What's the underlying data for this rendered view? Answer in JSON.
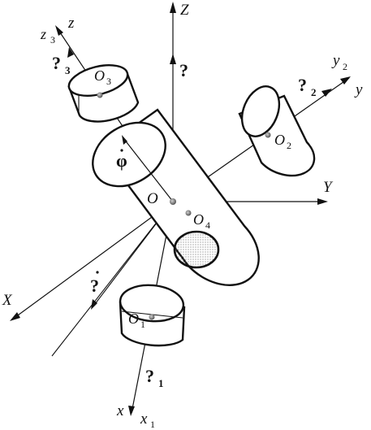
{
  "labels": {
    "Z": "Z",
    "Y": "Y",
    "X": "X",
    "O": "O",
    "O1": "O",
    "O1_sub": "1",
    "O2": "O",
    "O2_sub": "2",
    "O3": "O",
    "O3_sub": "3",
    "O4": "O",
    "O4_sub": "4",
    "z": "z",
    "z3": "z",
    "z3_sub": "3",
    "y": "y",
    "y2": "y",
    "y2_sub": "2",
    "x": "x",
    "x1": "x",
    "x1_sub": "1",
    "q_top": "?",
    "q3": "?",
    "q3_sub": "3",
    "q2": "?",
    "q2_sub": "2",
    "q1": "?",
    "q1_sub": "1",
    "q_left": "?",
    "phi": "φ"
  }
}
